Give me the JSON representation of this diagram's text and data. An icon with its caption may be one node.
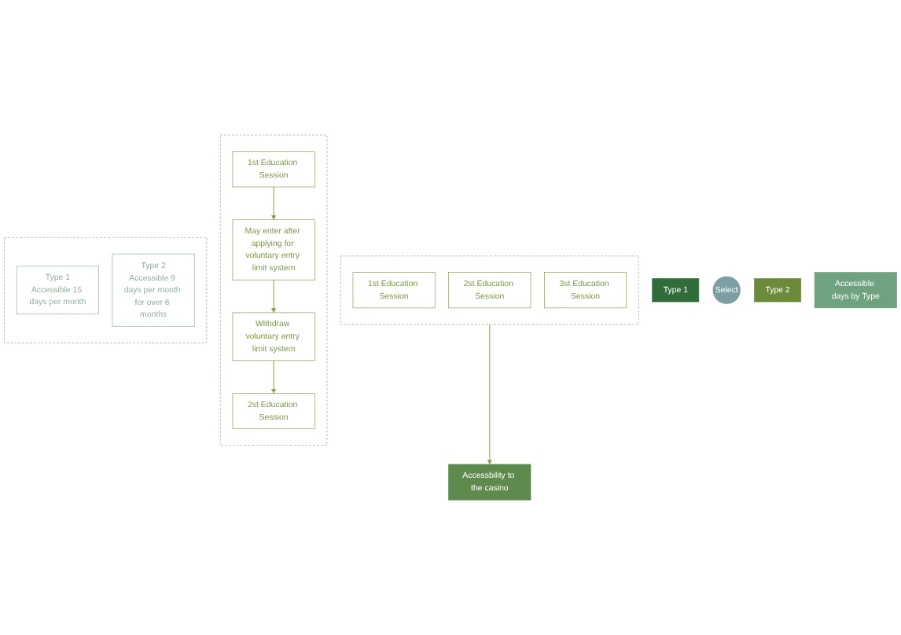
{
  "diagram": {
    "nodes": [
      {
        "text": [
          "Type 1"
        ]
      },
      {
        "text": [
          "Select"
        ]
      },
      {
        "text": [
          "Type 2"
        ]
      },
      {
        "text": [
          "Accessible days by Type"
        ]
      },
      {
        "text": [],
        "shape": "box"
      },
      {
        "text": [
          "1st Education Session"
        ],
        "in": 4
      },
      {
        "text": [
          "2st Education Session"
        ],
        "in": 4
      },
      {
        "text": [
          "3st Education Session"
        ],
        "in": 4
      },
      {
        "text": [
          "Accessbility to the casino"
        ]
      },
      {
        "text": [],
        "shape": "box"
      },
      {
        "text": [
          "1st Education Session"
        ],
        "in": 9
      },
      {
        "text": [
          "2st Education Session"
        ],
        "in": 9
      },
      {
        "text": [
          "May enter after applying for voluntary entry limit system"
        ],
        "in": 9
      },
      {
        "text": [
          "Withdraw voluntary entry limit system"
        ],
        "in": 9
      },
      {
        "text": [],
        "shape": "box"
      },
      {
        "text": [
          "Type 1",
          "Accessible 15 days per month"
        ],
        "in": 14
      },
      {
        "text": [
          "Type 2",
          "Accessible 9 days per month for over 6 months"
        ],
        "in": 14
      }
    ],
    "edges": [
      {
        "from": 4,
        "to": 8,
        "arrow": "to"
      },
      {
        "from": 10,
        "to": 12,
        "arrow": "to"
      },
      {
        "from": 12,
        "to": 13,
        "arrow": "to"
      },
      {
        "from": 13,
        "to": 11,
        "arrow": "to"
      }
    ]
  }
}
